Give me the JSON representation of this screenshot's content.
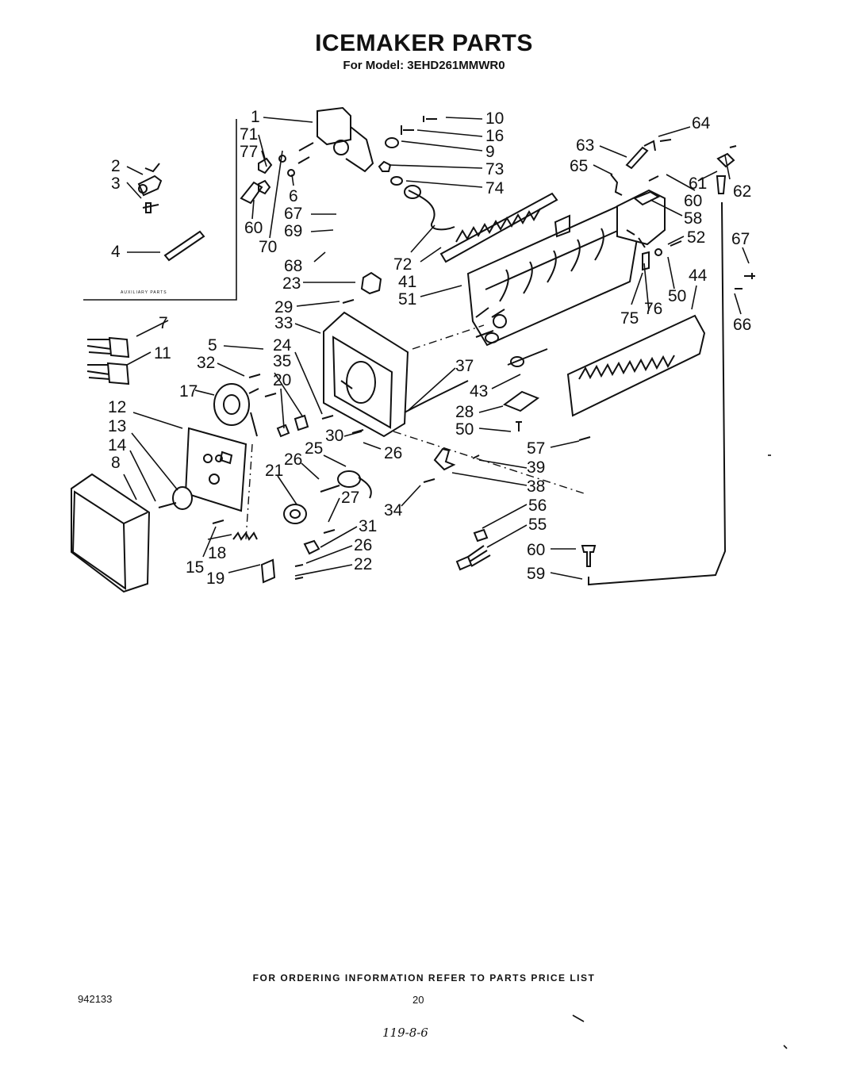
{
  "header": {
    "title": "ICEMAKER PARTS",
    "subtitle": "For Model: 3EHD261MMWR0"
  },
  "aux_label": "AUXILIARY PARTS",
  "callouts": [
    "1",
    "71",
    "77",
    "2",
    "3",
    "4",
    "10",
    "16",
    "9",
    "73",
    "74",
    "6",
    "60",
    "70",
    "67",
    "69",
    "68",
    "63",
    "64",
    "65",
    "61",
    "62",
    "60",
    "58",
    "52",
    "67",
    "66",
    "72",
    "41",
    "51",
    "23",
    "29",
    "33",
    "44",
    "50",
    "76",
    "75",
    "7",
    "11",
    "5",
    "32",
    "24",
    "35",
    "20",
    "17",
    "12",
    "13",
    "14",
    "8",
    "37",
    "43",
    "28",
    "50",
    "57",
    "39",
    "38",
    "30",
    "26",
    "25",
    "21",
    "27",
    "26",
    "34",
    "56",
    "55",
    "60",
    "59",
    "31",
    "26",
    "22",
    "15",
    "18",
    "19"
  ],
  "footer": {
    "ordering": "FOR ORDERING INFORMATION REFER TO PARTS PRICE LIST",
    "doc_number": "942133",
    "page_number": "20",
    "handwritten": "119-8-6"
  }
}
